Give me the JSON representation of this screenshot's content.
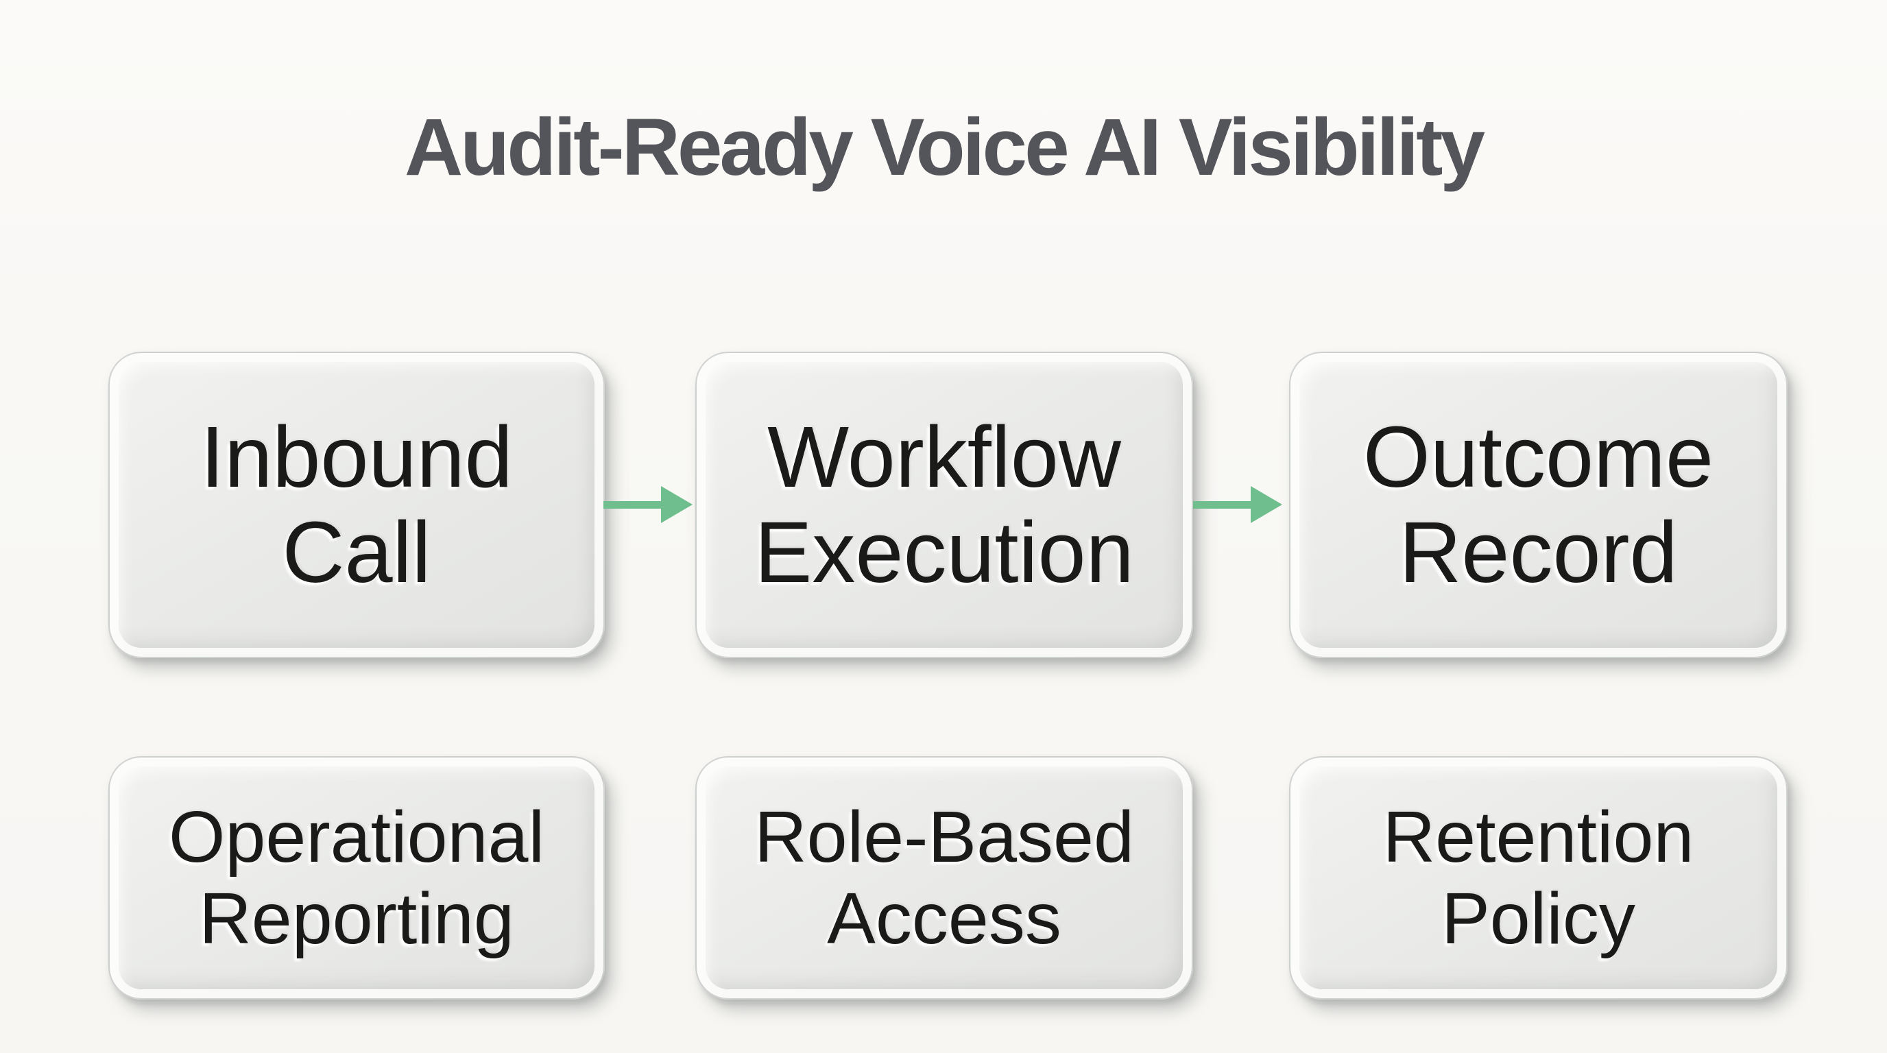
{
  "title": "Audit-Ready Voice AI Visibility",
  "colors": {
    "background": "#f9f8f5",
    "title_text": "#54555a",
    "node_text": "#1a1a18",
    "node_face": "#e9eae8",
    "node_rim": "#fbfbfa",
    "arrow_green": "#6fbe8d"
  },
  "flow": {
    "process_row": {
      "nodes": [
        {
          "label": "Inbound Call"
        },
        {
          "label": "Workflow Execution"
        },
        {
          "label": "Outcome Record"
        }
      ],
      "connections": [
        {
          "from": "Inbound Call",
          "to": "Workflow Execution"
        },
        {
          "from": "Workflow Execution",
          "to": "Outcome Record"
        }
      ]
    },
    "governance_row": {
      "nodes": [
        {
          "label": "Operational Reporting"
        },
        {
          "label": "Role-Based Access"
        },
        {
          "label": "Retention Policy"
        }
      ]
    }
  }
}
